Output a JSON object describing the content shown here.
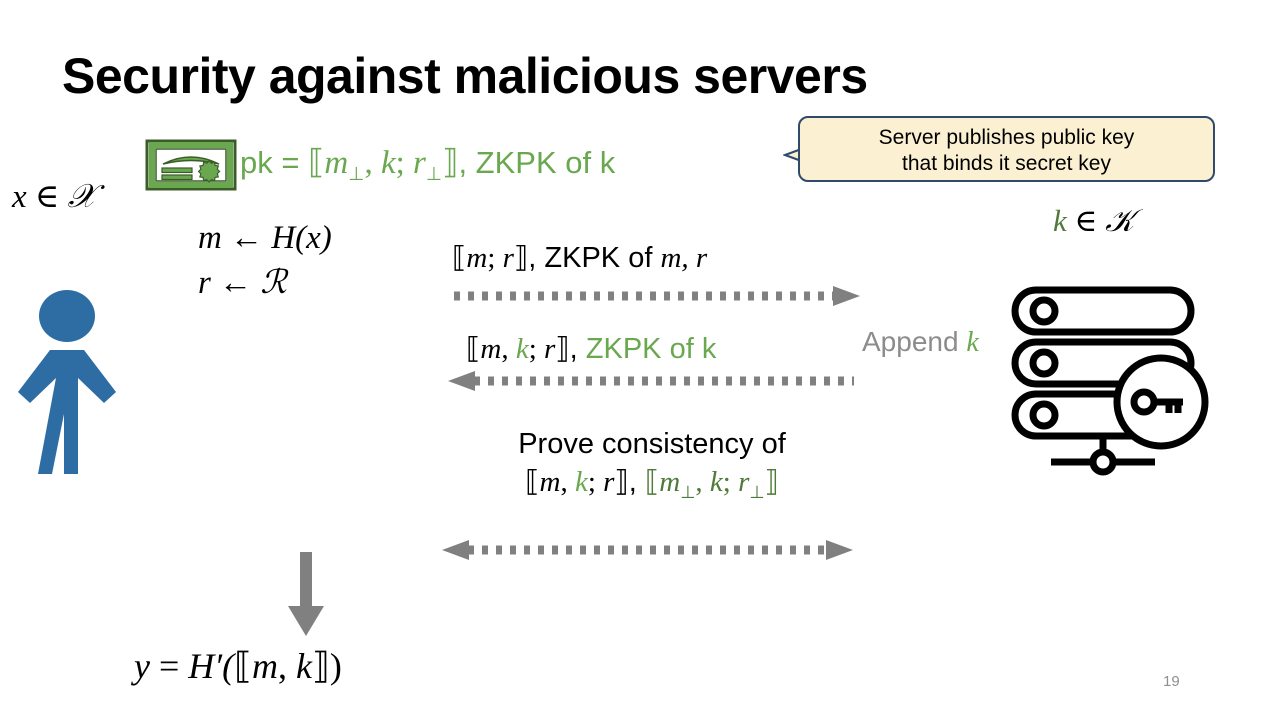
{
  "slide": {
    "title": "Security against malicious servers",
    "page_number": "19",
    "accent_green": "#6aa84f",
    "accent_blue": "#2e6da4",
    "accent_gray": "#8c8c8c",
    "callout_fill": "#fbf0d2",
    "callout_border": "#2f4a6b",
    "background": "#ffffff"
  },
  "callout": {
    "line1": "Server publishes public key",
    "line2": "that binds it secret key"
  },
  "pk_line": {
    "prefix": "pk = ",
    "commitment_open": "⟦",
    "m_bot": "m",
    "m_bot_sub": "⊥",
    "comma1": ", ",
    "k": "k",
    "semicolon": "; ",
    "r_bot": "r",
    "r_bot_sub": "⊥",
    "commitment_close": "⟧",
    "comma2": ", ",
    "zkpk": "ZKPK of k"
  },
  "client": {
    "domain_formula": "x ∈ 𝒳",
    "x": "x",
    "in": " ∈ ",
    "X": "𝒳",
    "line_m": "m ← H(x)",
    "m": "m",
    "arrow_left": " ← ",
    "H_of_x": "H(x)",
    "line_r": "r ← ℛ",
    "r": "r",
    "R": "ℛ"
  },
  "server": {
    "key_domain": "k ∈ 𝒦",
    "k": "k",
    "in": " ∈ ",
    "K": "𝒦",
    "append_label": "Append",
    "append_k": "k"
  },
  "messages": [
    {
      "id": "msg1",
      "direction": "right",
      "open": "⟦",
      "m": "m",
      "sep": "; ",
      "r": "r",
      "close": "⟧",
      "tail": ", ZKPK of ",
      "tail_math": "m, r"
    },
    {
      "id": "msg2",
      "direction": "left",
      "open": "⟦",
      "m": "m",
      "comma": ", ",
      "k": "k",
      "sep": "; ",
      "r": "r",
      "close": "⟧",
      "comma2": ", ",
      "zkpk": "ZKPK of k"
    },
    {
      "id": "msg3",
      "direction": "both",
      "line1": "Prove consistency of",
      "open_a": "⟦",
      "m_a": "m",
      "comma_a": ", ",
      "k_a": "k",
      "sep_a": "; ",
      "r_a": "r",
      "close_a": "⟧",
      "join": ", ",
      "open_b": "⟦",
      "m_b": "m",
      "m_b_sub": "⊥",
      "comma_b": ", ",
      "k_b": "k",
      "sep_b": "; ",
      "r_b": "r",
      "r_b_sub": "⊥",
      "close_b": "⟧"
    }
  ],
  "output": {
    "y": "y",
    "equals": " = ",
    "H_prime": "H′(",
    "open": "⟦",
    "m": "m",
    "comma": ", ",
    "k": "k",
    "close": "⟧",
    "paren": ")"
  },
  "icons": {
    "certificate": "certificate-icon",
    "person": "person-icon",
    "server": "server-key-icon"
  }
}
